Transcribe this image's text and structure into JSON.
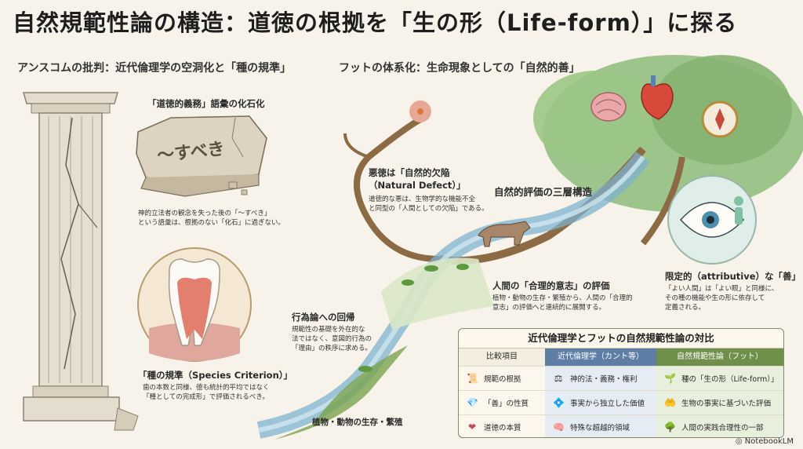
{
  "title": "自然規範性論の構造：道徳の根拠を「生の形（Life-form）」に探る",
  "left_section": {
    "heading": "アンスコムの批判：近代倫理学の空洞化と「種の規準」",
    "fossil": {
      "title": "「道徳的義務」語彙の化石化",
      "stone_text": "〜すべき",
      "caption": [
        "神的立法者の観念を失った後の「〜すべき」",
        "という語彙は、根拠のない「化石」に過ぎない。"
      ]
    },
    "species": {
      "title": "「種の規準（Species Criterion）」",
      "caption": [
        "歯の本数と同様、徳も統計的平均ではなく",
        "「種としての完成形」で評価されるべき。"
      ]
    },
    "action": {
      "title": "行為論への回帰",
      "caption": [
        "規範性の基礎を外在的な",
        "法ではなく、意図的行為の",
        "「理由」の秩序に求める。"
      ]
    }
  },
  "right_section": {
    "heading": "フットの体系化：生命現象としての「自然的善」",
    "defect": {
      "title": [
        "悪徳は「自然的欠陥",
        "（Natural Defect）」"
      ],
      "caption": [
        "道徳的な悪は、生物学的な機能不全",
        "と同型の「人間としての欠陥」である。"
      ]
    },
    "three_layers": "自然的評価の三層構造",
    "rational_will": {
      "title": "人間の「合理的意志」の評価",
      "caption": [
        "植物・動物の生存・繁殖から、人間の「合理的",
        "意志」の評価へと連続的に展開する。"
      ]
    },
    "attributive": {
      "title": "限定的（attributive）な「善」",
      "caption": [
        "「よい人間」は「よい眼」と同様に、",
        "その種の機能や生の形に依存して",
        "定義される。"
      ]
    },
    "survival": "植物・動物の生存・繁殖"
  },
  "table": {
    "title": "近代倫理学とフットの自然規範性論の対比",
    "headers": [
      "比較項目",
      "近代倫理学（カント等）",
      "自然規範性論（フット）"
    ],
    "rows": [
      {
        "icon": "scroll-icon",
        "item": "規範の根拠",
        "modern": "神的法・義務・権利",
        "natural": "種の「生の形（Life-form）」",
        "glyph1": "📜",
        "glyph2": "⚖",
        "glyph3": "🌱"
      },
      {
        "icon": "gem-icon",
        "item": "「善」の性質",
        "modern": "事実から独立した価値",
        "natural": "生物の事実に基づいた評価",
        "glyph1": "💎",
        "glyph2": "💠",
        "glyph3": "🤲"
      },
      {
        "icon": "heart-icon",
        "item": "道徳の本質",
        "modern": "特殊な超越的領域",
        "natural": "人間の実践合理性の一部",
        "glyph1": "❤",
        "glyph2": "🧠",
        "glyph3": "🌳"
      }
    ]
  },
  "brand": "NotebookLM",
  "colors": {
    "accent_green": "#6f8f4a",
    "modern_blue": "#dbe5f0",
    "natural_green": "#dfe9cf",
    "river_blue": "#7fb3cf"
  }
}
